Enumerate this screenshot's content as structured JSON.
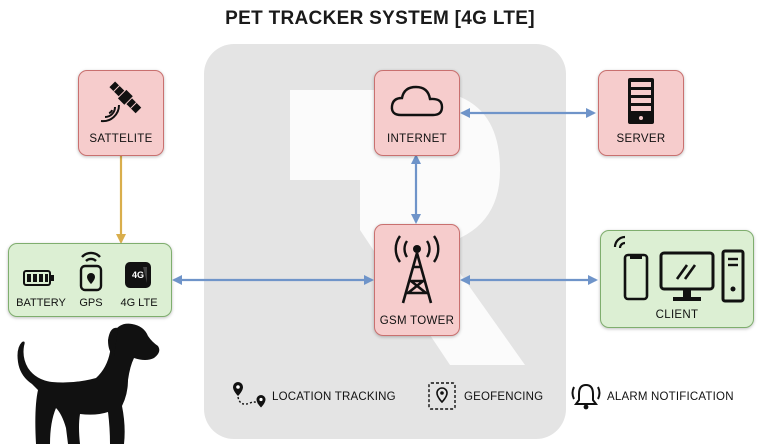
{
  "title": "PET TRACKER SYSTEM [4G LTE]",
  "nodes": {
    "satellite": "SATTELITE",
    "internet": "INTERNET",
    "server": "SERVER",
    "gsm_tower": "GSM TOWER",
    "client": "CLIENT"
  },
  "device": {
    "battery": "BATTERY",
    "gps": "GPS",
    "lte": "4G LTE",
    "lte_badge": "4G"
  },
  "legend": {
    "location": "LOCATION TRACKING",
    "geofencing": "GEOFENCING",
    "alarm": "ALARM NOTIFICATION"
  },
  "colors": {
    "node_fill": "#f6cccc",
    "device_fill": "#dcefd3",
    "arrow_blue": "#6f94c9",
    "arrow_gold": "#d9ae4c"
  },
  "icons": [
    "satellite-icon",
    "cloud-icon",
    "server-icon",
    "tower-icon",
    "phone-icon",
    "monitor-icon",
    "pc-tower-icon",
    "battery-icon",
    "gps-tracker-icon",
    "lte-icon",
    "dog-icon",
    "location-route-icon",
    "geofence-icon",
    "alarm-icon"
  ]
}
